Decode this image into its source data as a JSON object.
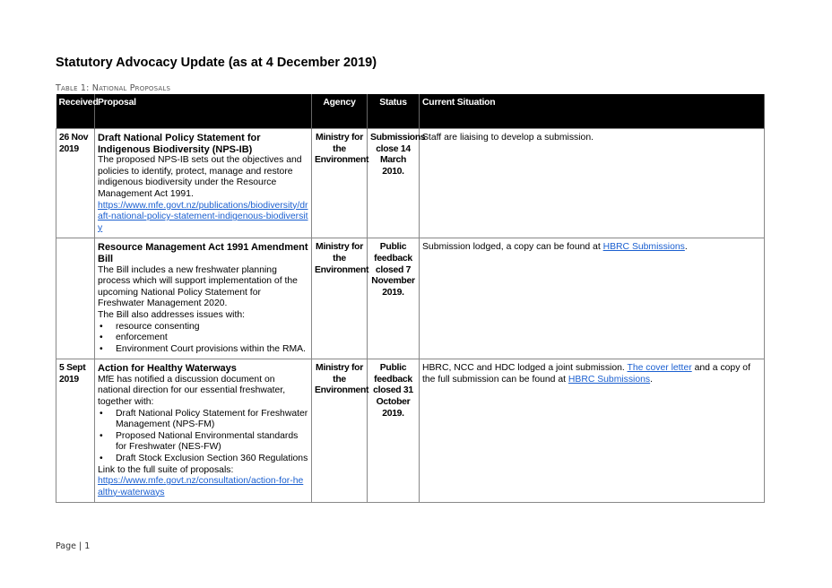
{
  "title": "Statutory Advocacy Update (as at 4 December 2019)",
  "caption": "Table 1: National Proposals",
  "headers": [
    "Received",
    "Proposal",
    "Agency",
    "Status",
    "Current Situation"
  ],
  "rows": [
    {
      "received": "26 Nov 2019",
      "proposal_title": "Draft National Policy Statement for Indigenous Biodiversity (NPS-IB)",
      "proposal_text": "The proposed NPS-IB sets out the objectives and policies to identify, protect, manage and restore indigenous biodiversity under the Resource Management Act 1991.",
      "link": "https://www.mfe.govt.nz/publications/biodiversity/draft-national-policy-statement-indigenous-biodiversity",
      "agency": "Ministry for the Environment",
      "status": "Submissions close 14 March 2010.",
      "situation": "Staff are liaising to develop a submission."
    },
    {
      "received": "",
      "proposal_title": "Resource Management Act 1991 Amendment Bill",
      "proposal_text": "The Bill includes a new freshwater planning process which will support implementation of the upcoming National Policy Statement for Freshwater Management 2020.",
      "proposal_text2": "The Bill also addresses issues with:",
      "bullets": [
        "resource consenting",
        "enforcement",
        "Environment Court provisions within the RMA."
      ],
      "agency": "Ministry for the Environment",
      "status": "Public feedback closed 7 November 2019.",
      "situation_pre": "Submission lodged, a copy can be found at ",
      "situation_link": "HBRC Submissions",
      "situation_post": "."
    },
    {
      "received": "5 Sept 2019",
      "proposal_title": "Action for Healthy Waterways",
      "proposal_text": "MfE has notified a discussion document on national direction for our essential freshwater, together with:",
      "bullets": [
        "Draft National Policy Statement for Freshwater Management (NPS-FM)",
        "Proposed National Environmental standards for Freshwater (NES-FW)",
        "Draft Stock Exclusion Section 360 Regulations"
      ],
      "proposal_text2": "Link to the full suite of proposals:",
      "link": "https://www.mfe.govt.nz/consultation/action-for-healthy-waterways",
      "agency": "Ministry for the Environment",
      "status": "Public feedback closed 31 October 2019.",
      "situation_pre": "HBRC, NCC and HDC lodged a joint submission. ",
      "situation_link": "The cover letter",
      "situation_mid": " and a copy of the full submission can be found at ",
      "situation_link2": "HBRC Submissions",
      "situation_post": "."
    }
  ],
  "footer": "Page | 1",
  "colors": {
    "header_bg": "#000000",
    "link": "#1a5fd0"
  }
}
